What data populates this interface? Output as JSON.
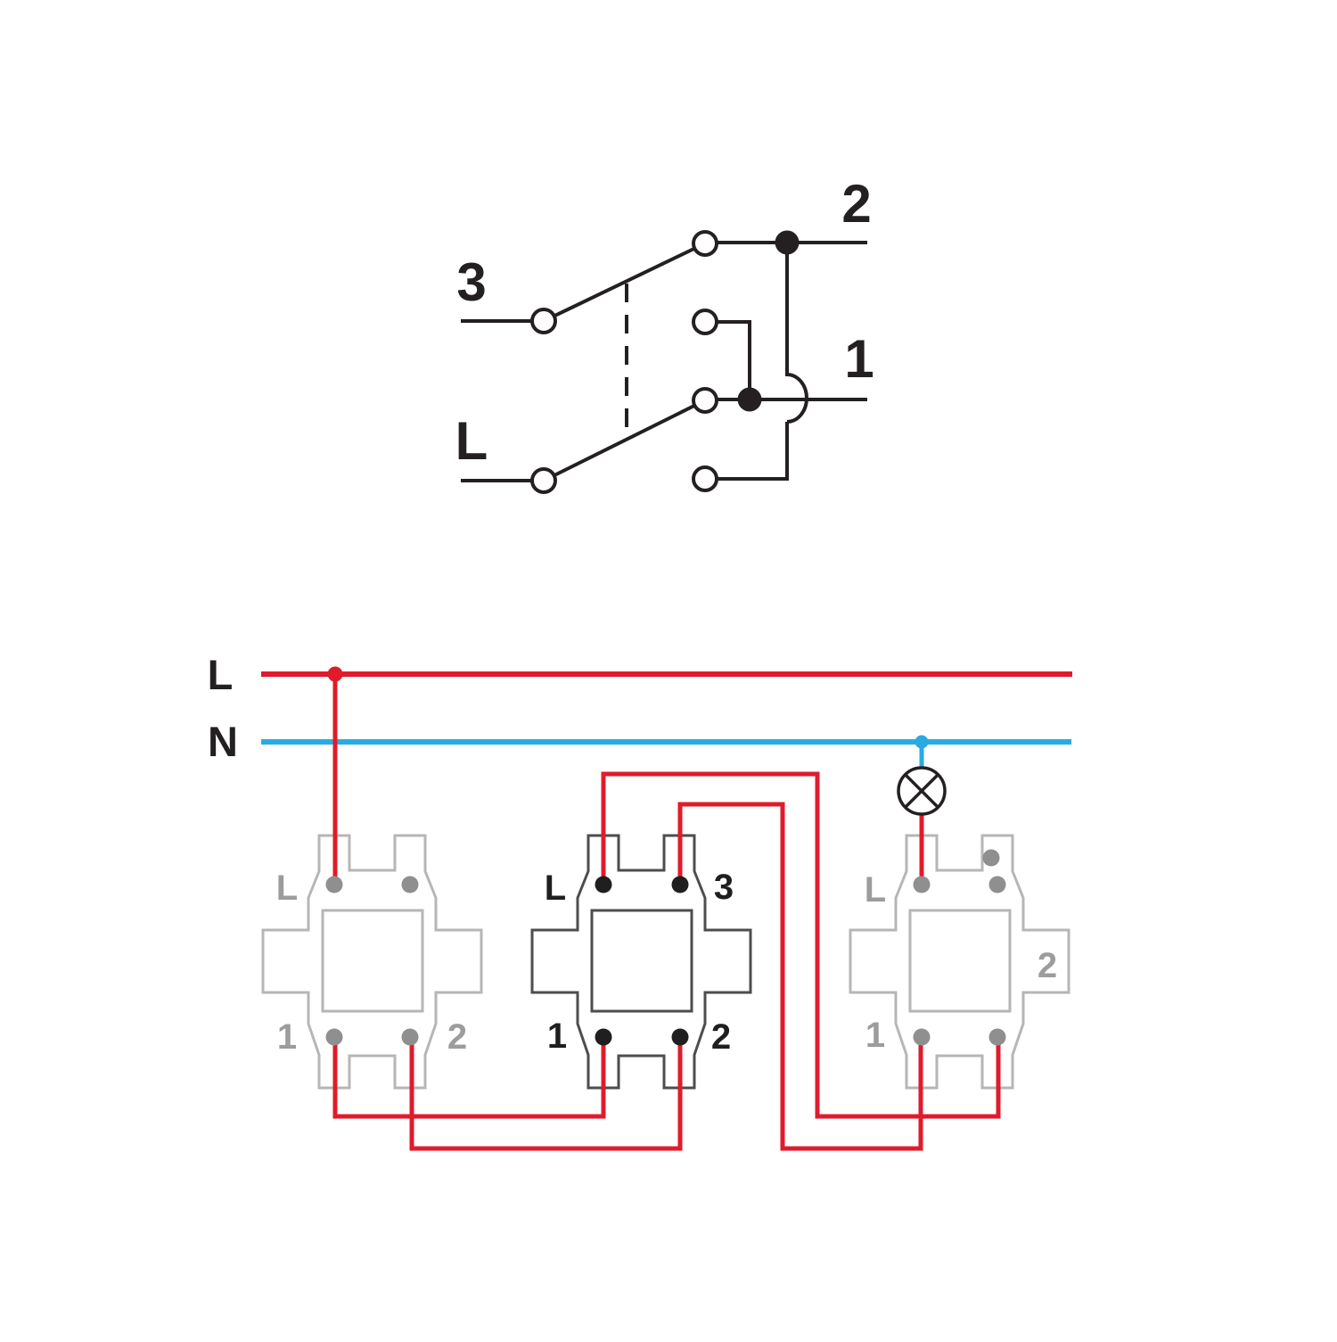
{
  "colors": {
    "ink": "#242021",
    "wire-red": "#e01b2b",
    "wire-blue": "#29abe2",
    "module-light": "#b6b6b6",
    "module-dark": "#4d4d4d",
    "dot-light": "#8f8f8f",
    "dot-dark": "#1f1f1f",
    "label-light": "#9c9c9c",
    "label-dark": "#1f1f1f"
  },
  "schematic": {
    "terminal_2": "2",
    "terminal_3": "3",
    "terminal_1": "1",
    "terminal_l": "L"
  },
  "bus": {
    "live_label": "L",
    "neutral_label": "N"
  },
  "modules": [
    {
      "name": "left-switch",
      "labels": {
        "top_left": "L",
        "bottom_left": "1",
        "bottom_right": "2"
      }
    },
    {
      "name": "middle-switch",
      "labels": {
        "top_left": "L",
        "top_right": "3",
        "bottom_left": "1",
        "bottom_right": "2"
      }
    },
    {
      "name": "right-switch",
      "labels": {
        "top_left": "L",
        "bottom_left": "1",
        "side_right": "2"
      }
    }
  ],
  "lamp": {
    "icon": "lamp-circle-cross-icon"
  }
}
